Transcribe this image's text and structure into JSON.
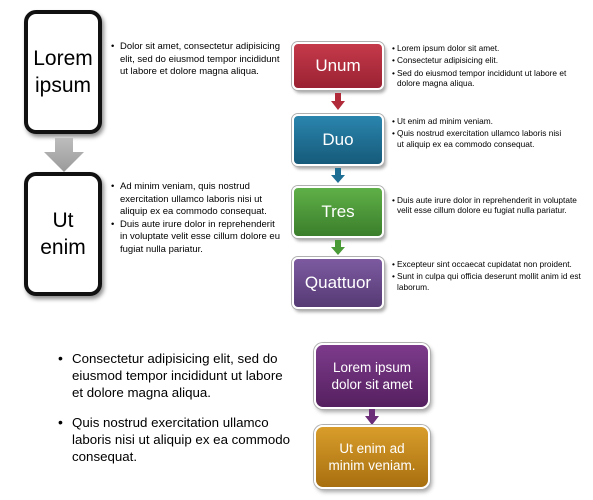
{
  "left_flow": {
    "box1_label": "Lorem ipsum",
    "box2_label": "Ut enim",
    "bullets1": [
      "Dolor sit amet, consectetur adipisicing elit, sed do eiusmod tempor incididunt ut labore et dolore magna aliqua."
    ],
    "bullets2": [
      "Ad minim veniam, quis nostrud exercitation ullamco laboris nisi ut aliquip ex ea commodo consequat.",
      "Duis aute irure dolor in reprehenderit in voluptate velit esse cillum dolore eu fugiat nulla pariatur."
    ]
  },
  "right_flow": {
    "steps": [
      {
        "label": "Unum",
        "color": "#b02a3a",
        "bullets": [
          "Lorem ipsum dolor sit amet.",
          "Consectetur adipisicing elit.",
          "Sed do eiusmod tempor incididunt ut labore et dolore magna aliqua."
        ]
      },
      {
        "label": "Duo",
        "color": "#1f6f94",
        "bullets": [
          "Ut enim ad minim veniam.",
          "Quis nostrud exercitation ullamco laboris nisi ut aliquip ex ea commodo consequat."
        ]
      },
      {
        "label": "Tres",
        "color": "#4b9a38",
        "bullets": [
          "Duis aute irure dolor in reprehenderit in voluptate velit esse cillum dolore eu fugiat nulla pariatur."
        ]
      },
      {
        "label": "Quattuor",
        "color": "#6a4a8c",
        "bullets": [
          "Excepteur sint occaecat cupidatat non proident.",
          "Sunt in culpa qui officia deserunt mollit anim id est laborum."
        ]
      }
    ]
  },
  "bottom_flow": {
    "bullets": [
      "Consectetur adipisicing elit, sed do eiusmod tempor incididunt ut labore et dolore magna aliqua.",
      "Quis nostrud exercitation ullamco laboris nisi ut aliquip ex ea commodo consequat."
    ],
    "box1_label": "Lorem ipsum dolor sit amet",
    "box1_color": "#6b2c78",
    "box2_label": "Ut enim ad minim veniam.",
    "box2_color": "#c28a1a"
  }
}
